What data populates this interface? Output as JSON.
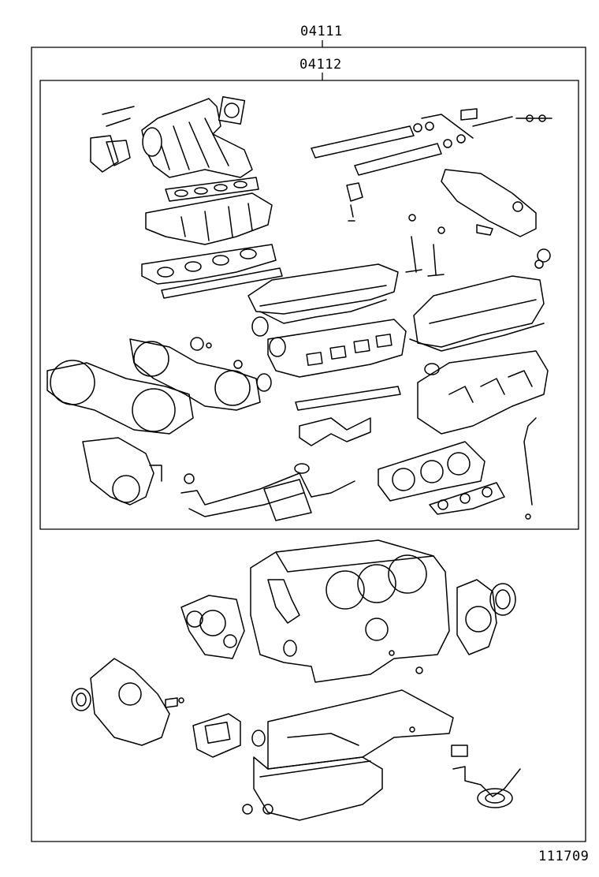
{
  "assembly_labels": {
    "outer_kit": "04111",
    "inner_kit": "04112"
  },
  "illustration_code": "111709"
}
